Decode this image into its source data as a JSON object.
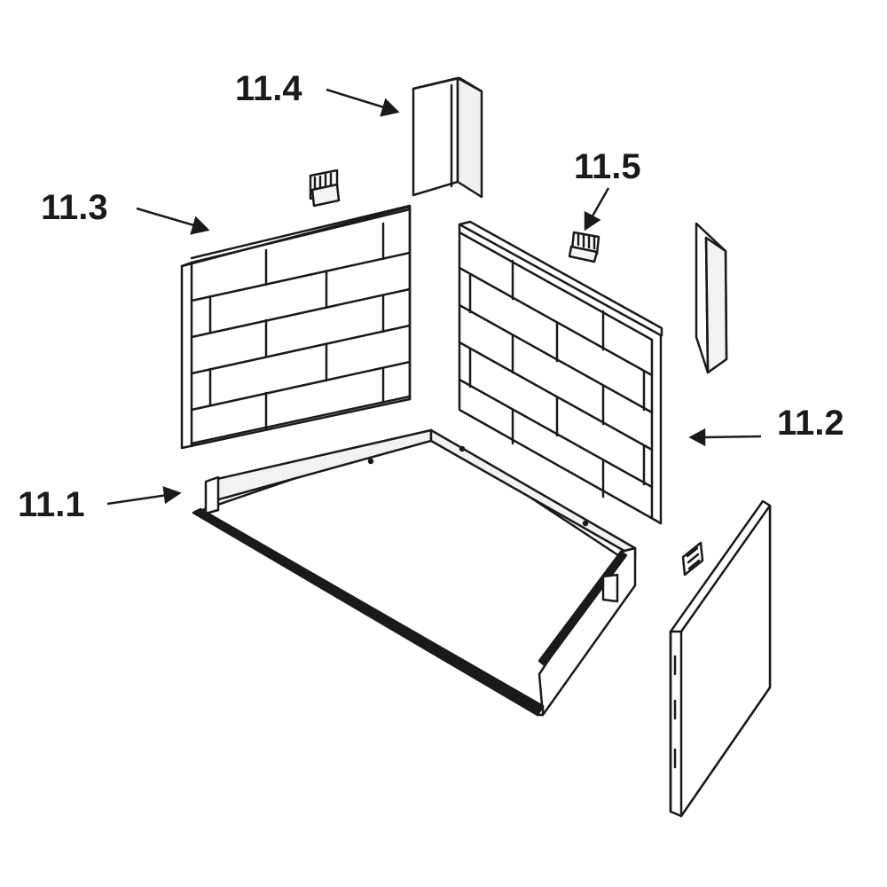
{
  "diagram": {
    "labels": {
      "p11_1": "11.1",
      "p11_2": "11.2",
      "p11_3": "11.3",
      "p11_4": "11.4",
      "p11_5": "11.5"
    },
    "colors": {
      "stroke": "#1a1a1a",
      "fill": "#ffffff",
      "shade": "#d9d9d9",
      "dark": "#555555"
    }
  }
}
